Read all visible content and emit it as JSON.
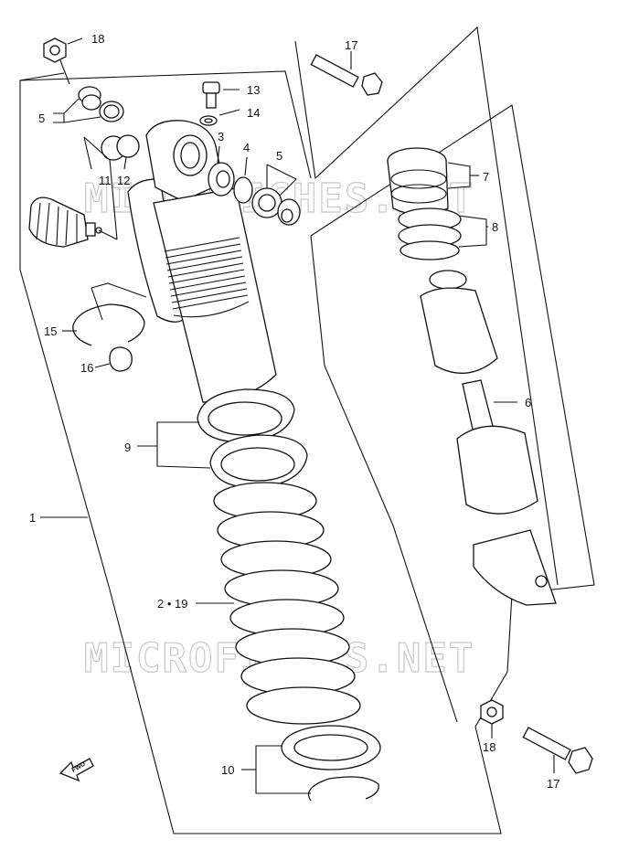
{
  "watermark": "MICROFICHES.NET",
  "fwd_label": "FWD",
  "labels": {
    "p1": "1",
    "p2_19": "2 • 19",
    "p3": "3",
    "p4": "4",
    "p5_left": "5",
    "p5_right": "5",
    "p6": "6",
    "p7": "7",
    "p8": "8",
    "p9": "9",
    "p10": "10",
    "p11": "11",
    "p12": "12",
    "p13": "13",
    "p14": "14",
    "p15": "15",
    "p16": "16",
    "p17_top": "17",
    "p17_bottom": "17",
    "p18_top": "18",
    "p18_bottom": "18"
  }
}
